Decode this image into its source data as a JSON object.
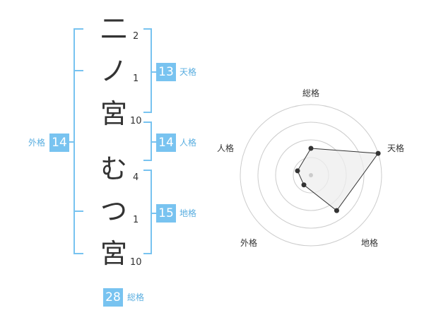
{
  "name": {
    "characters": [
      {
        "char": "二",
        "strokes": "2"
      },
      {
        "char": "ノ",
        "strokes": "1"
      },
      {
        "char": "宮",
        "strokes": "10"
      },
      {
        "char": "む",
        "strokes": "4"
      },
      {
        "char": "つ",
        "strokes": "1"
      },
      {
        "char": "宮",
        "strokes": "10"
      }
    ]
  },
  "fortune": {
    "ten": {
      "value": "13",
      "label": "天格"
    },
    "jin": {
      "value": "14",
      "label": "人格"
    },
    "chi": {
      "value": "15",
      "label": "地格"
    },
    "gai": {
      "value": "14",
      "label": "外格"
    },
    "so": {
      "value": "28",
      "label": "総格"
    }
  },
  "colors": {
    "accent": "#78c3f0",
    "accent_text": "#5aaee0",
    "radar_fill": "#eeeeee",
    "radar_line": "#333333"
  },
  "chart_data": {
    "type": "radar",
    "axes": [
      "総格",
      "天格",
      "地格",
      "外格",
      "人格"
    ],
    "values": [
      0.38,
      1.0,
      0.62,
      0.17,
      0.2
    ],
    "max": 1.0,
    "rings": 4,
    "grid": true
  }
}
